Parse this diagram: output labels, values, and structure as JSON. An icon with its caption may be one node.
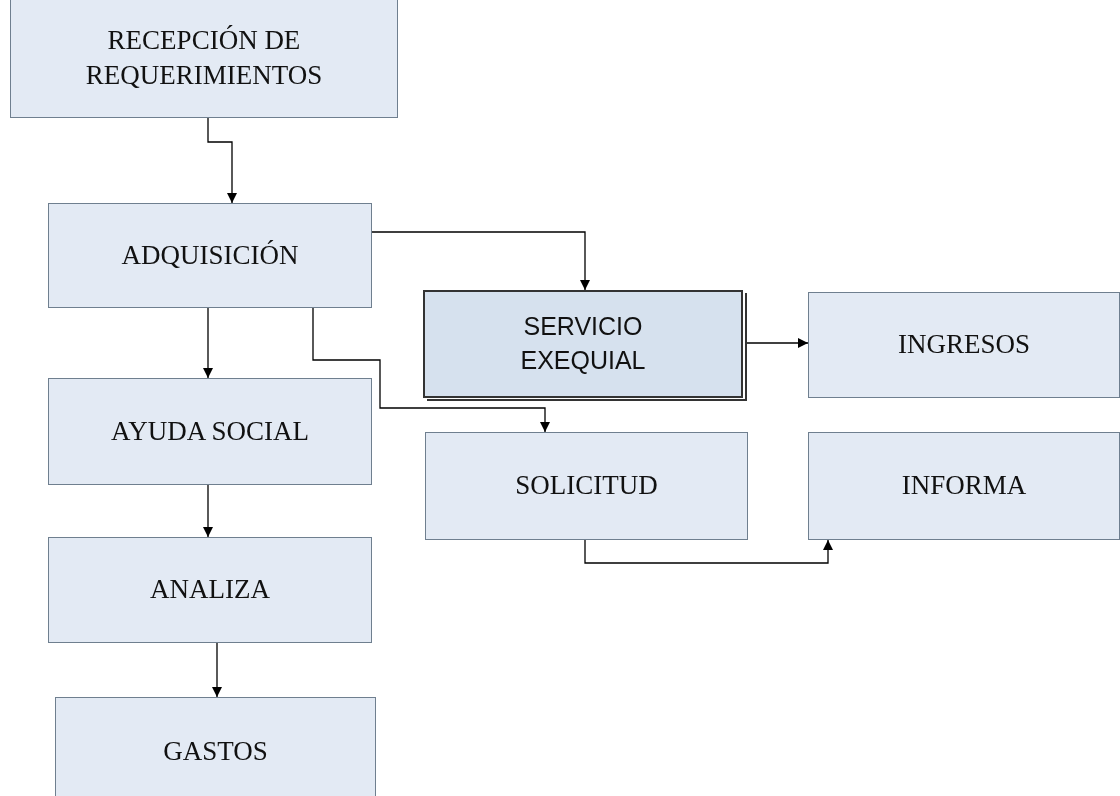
{
  "diagram": {
    "nodes": [
      {
        "text": [
          "RECEPCIÓN DE REQUERIMIENTOS"
        ]
      },
      {
        "text": [
          "ADQUISICIÓN"
        ]
      },
      {
        "text": [
          "SERVICIO EXEQUIAL"
        ]
      },
      {
        "text": [
          "INGRESOS"
        ]
      },
      {
        "text": [
          "AYUDA SOCIAL"
        ]
      },
      {
        "text": [
          "SOLICITUD"
        ]
      },
      {
        "text": [
          "INFORMA"
        ]
      },
      {
        "text": [
          "ANALIZA"
        ]
      },
      {
        "text": [
          "GASTOS"
        ]
      }
    ],
    "edges": [
      {
        "from": 0,
        "to": 1,
        "arrow": "to"
      },
      {
        "from": 1,
        "to": 2,
        "arrow": "to"
      },
      {
        "from": 1,
        "to": 4,
        "arrow": "to"
      },
      {
        "from": 1,
        "to": 5,
        "arrow": "to"
      },
      {
        "from": 2,
        "to": 3,
        "arrow": "to"
      },
      {
        "from": 4,
        "to": 7,
        "arrow": "to"
      },
      {
        "from": 5,
        "to": 6,
        "arrow": "to"
      },
      {
        "from": 7,
        "to": 8,
        "arrow": "to"
      }
    ]
  }
}
